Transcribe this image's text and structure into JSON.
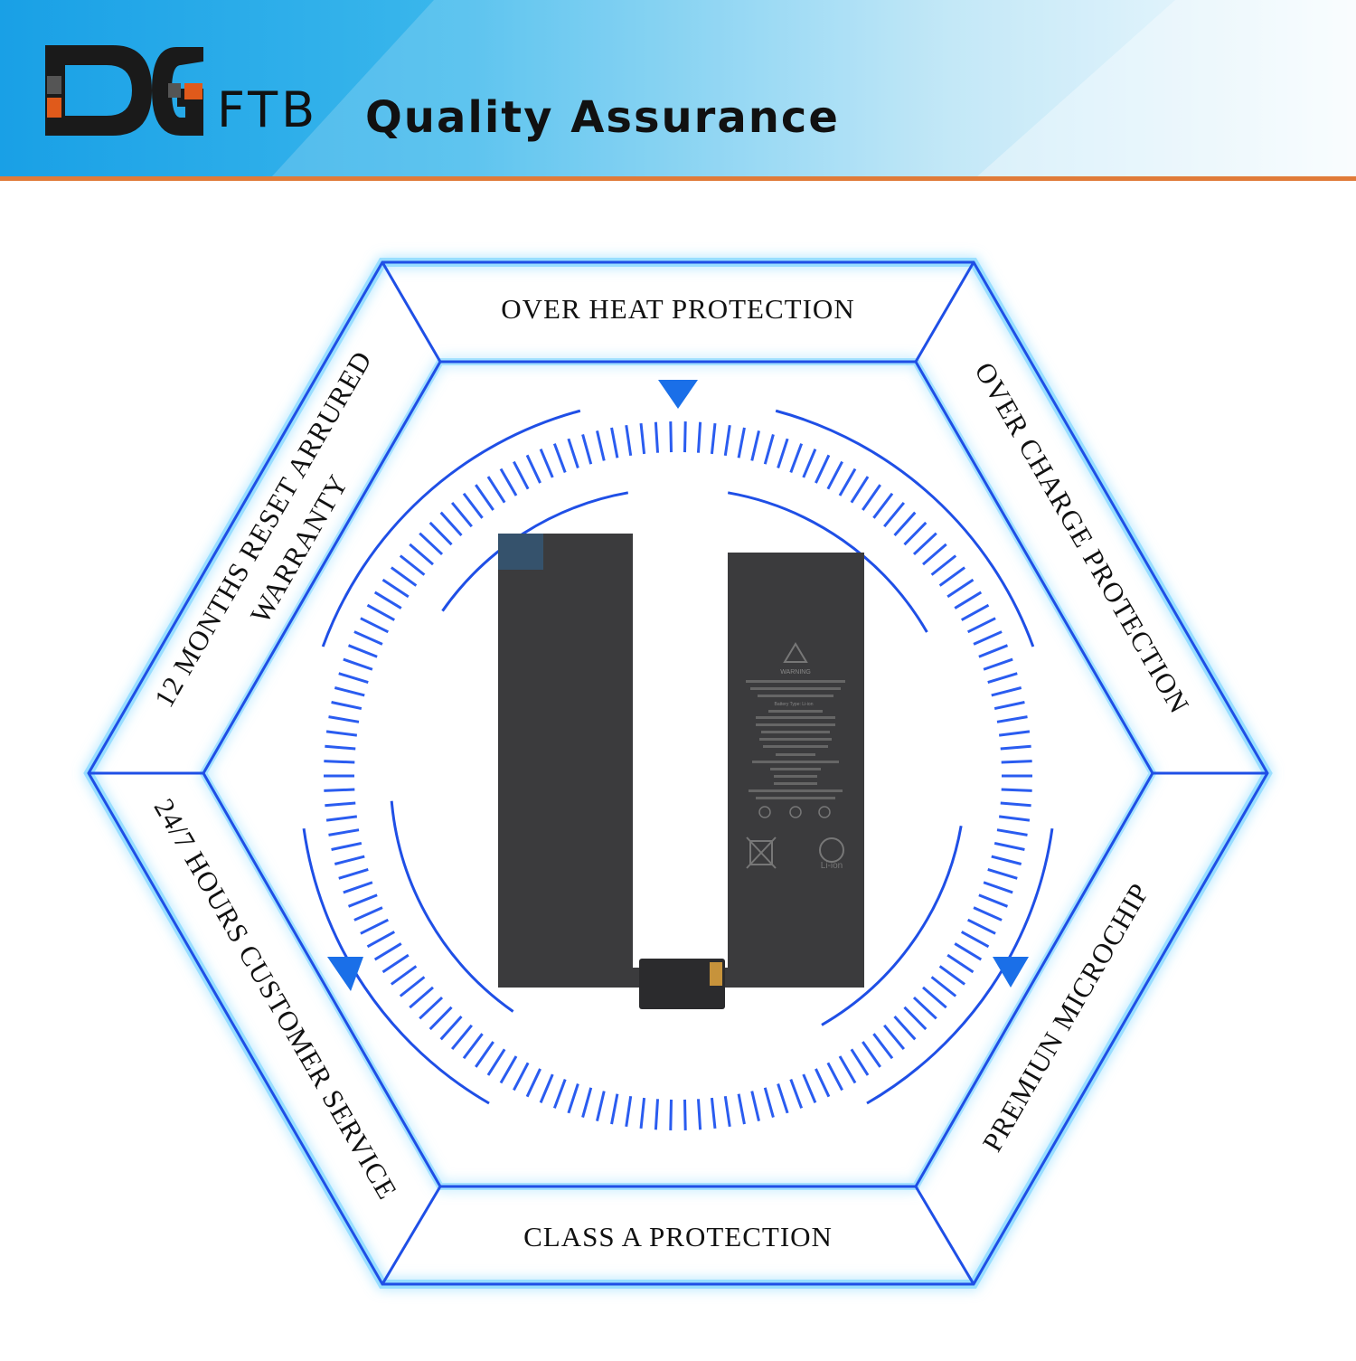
{
  "header": {
    "logo_text": "DG",
    "brand_suffix": "FTB",
    "tagline": "Quality Assurance",
    "colors": {
      "banner_left": "#1aa0e4",
      "banner_right": "#f4fbff",
      "accent_rule": "#e07b39",
      "logo_square": "#e05a1b",
      "logo_dark": "#1a1a1a"
    }
  },
  "features": {
    "top": "OVER HEAT PROTECTION",
    "top_right": "OVER CHARGE PROTECTION",
    "bottom_right": "PREMIUN MICROCHIP",
    "bottom": "CLASS A PROTECTION",
    "bottom_left": "24/7 HOURS CUSTOMER SERVICE",
    "top_left_line1": "12 MONTHS RESET ARRURED",
    "top_left_line2": "WARRANTY"
  },
  "product": {
    "image": "battery-pack",
    "label": {
      "warning": "WARNING",
      "battery_type": "Battery Type: Li-ion",
      "li_ion_mark": "Li-ion"
    }
  },
  "style": {
    "hex_color": "#1f4fe6",
    "glow": "#6fd3ff",
    "triangle": "#1a6fe8",
    "battery": "#3b3b3d"
  }
}
